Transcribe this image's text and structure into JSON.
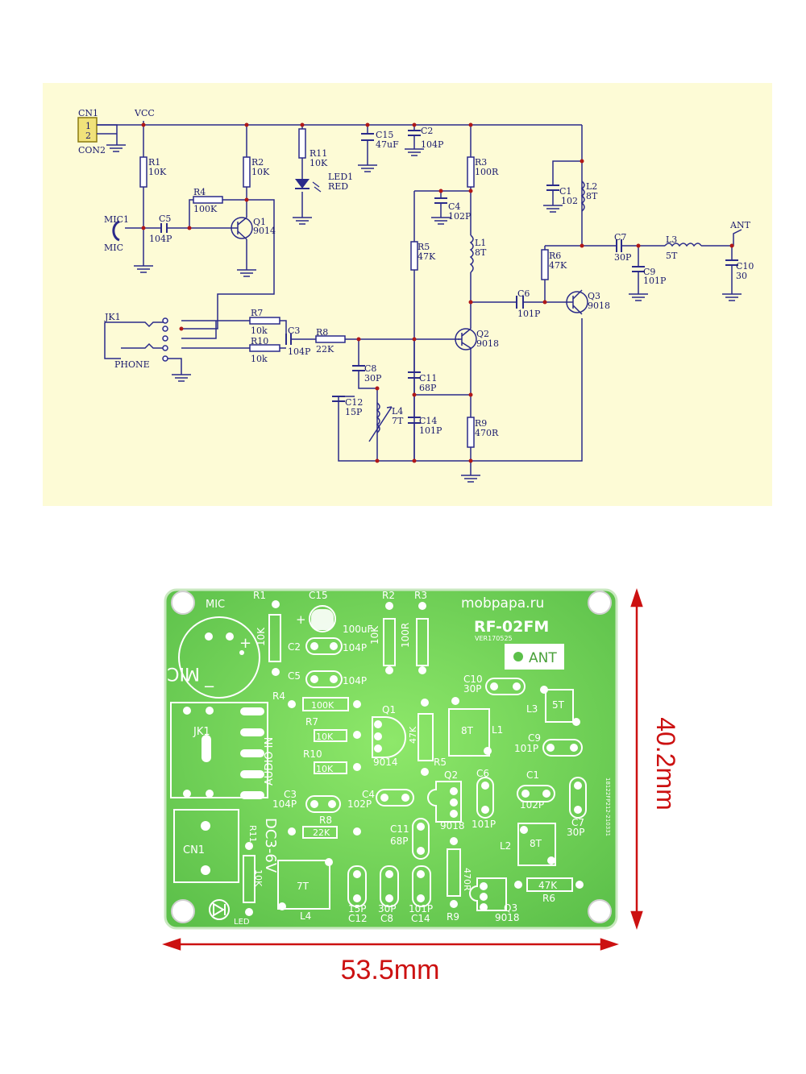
{
  "schematic": {
    "labels": {
      "cn1": "CN1",
      "cn_pins": "1\n2",
      "con2": "CON2",
      "vcc": "VCC",
      "r1": "R1",
      "r1v": "10K",
      "r2": "R2",
      "r2v": "10K",
      "r11": "R11",
      "r11v": "10K",
      "led1": "LED1",
      "led1v": "RED",
      "c15": "C15",
      "c15v": "47uF",
      "c2": "C2",
      "c2v": "104P",
      "r3": "R3",
      "r3v": "100R",
      "c1": "C1",
      "c1v": "102",
      "l2": "L2",
      "l2v": "8T",
      "r4": "R4",
      "r4v": "100K",
      "mic1": "MIC1",
      "mic": "MIC",
      "c5": "C5",
      "c5v": "104P",
      "q1": "Q1",
      "q1v": "9014",
      "c4": "C4",
      "c4v": "102P",
      "r5": "R5",
      "r5v": "47K",
      "l1": "L1",
      "l1v": "8T",
      "r6": "R6",
      "r6v": "47K",
      "c7": "C7",
      "c7v": "30P",
      "l3": "L3",
      "l3v": "5T",
      "ant": "ANT",
      "c9": "C9",
      "c9v": "101P",
      "c10": "C10",
      "c10v": "30",
      "c6": "C6",
      "c6v": "101P",
      "q3": "Q3",
      "q3v": "9018",
      "jk1": "JK1",
      "phone": "PHONE",
      "r7": "R7",
      "r7v": "10k",
      "r10": "R10",
      "r10v": "10k",
      "c3": "C3",
      "c3v": "104P",
      "r8": "R8",
      "r8v": "22K",
      "q2": "Q2",
      "q2v": "9018",
      "c8": "C8",
      "c8v": "30P",
      "c11": "C11",
      "c11v": "68P",
      "c12": "C12",
      "c12v": "15P",
      "l4": "L4",
      "l4v": "7T",
      "c14": "C14",
      "c14v": "101P",
      "r9": "R9",
      "r9v": "470R"
    }
  },
  "pcb": {
    "site": "mobpapa.ru",
    "model": "RF-02FM",
    "version": "VER170525",
    "ant": "ANT",
    "mic": "MIC",
    "mic_silk": "MIC",
    "voltage": "DC3-6V",
    "audio_in": "AUDIO IN",
    "jk1": "JK1",
    "cn1": "CN1",
    "led": "LED",
    "side_code": "18122FP212-210331",
    "labels": {
      "r1": "R1",
      "r1v": "10K",
      "c15": "C15",
      "c15v": "100uF",
      "r2": "R2",
      "r2v": "10K",
      "r3": "R3",
      "r3v": "100R",
      "c2": "C2",
      "c2v": "104P",
      "c5": "C5",
      "c5v": "104P",
      "c10": "C10",
      "c10v": "30P",
      "l3": "L3",
      "l3v": "5T",
      "r4": "R4",
      "r4v": "100K",
      "r7": "R7",
      "r7v": "10K",
      "r10": "R10",
      "r10v": "10K",
      "q1": "Q1",
      "q1v": "9014",
      "r5v": "47K",
      "r5": "R5",
      "l1": "L1",
      "l1v": "8T",
      "c9": "C9",
      "c9v": "101P",
      "c3": "C3",
      "c3v": "104P",
      "c4": "C4",
      "c4v": "102P",
      "q2": "Q2",
      "q2v": "9018",
      "c6": "C6",
      "c6v": "101P",
      "c1": "C1",
      "c1v": "102P",
      "c7": "C7",
      "c7v": "30P",
      "r8": "R8",
      "r8v": "22K",
      "c11": "C11",
      "c11v": "68P",
      "l2": "L2",
      "l2v": "8T",
      "r11": "R11",
      "r11v": "10K",
      "l4v": "7T",
      "l4": "L4",
      "c12v": "15P",
      "c12": "C12",
      "c8v": "30P",
      "c8": "C8",
      "c14v": "101P",
      "c14": "C14",
      "r9v": "470R",
      "r9": "R9",
      "r6v": "47K",
      "r6": "R6",
      "q3": "Q3",
      "q3v": "9018"
    }
  },
  "dimensions": {
    "height": "40.2mm",
    "width": "53.5mm"
  },
  "colors": {
    "schematic_bg": "#fdfbd6",
    "wire": "#2a2a8a",
    "pcb": "#7ed957",
    "dim_arrow": "#cc1111"
  }
}
